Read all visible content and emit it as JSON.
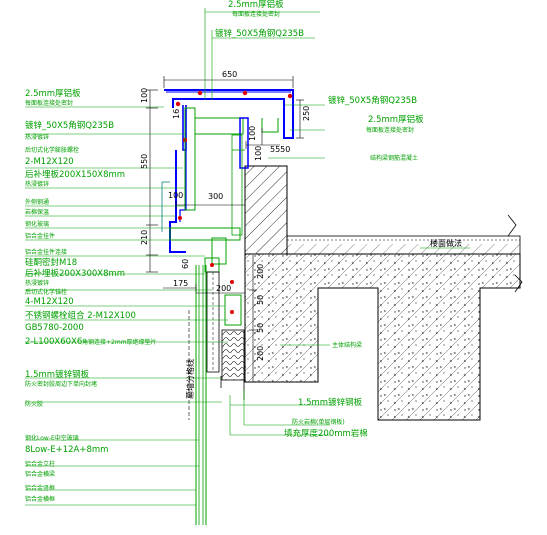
{
  "diagram": {
    "colors": {
      "leader": "#00a000",
      "profile": "#0000ff",
      "dimension": "#000000",
      "hatch": "#000000",
      "annotation_cyan": "#008080",
      "highlight_red": "#e00000",
      "glass": "#00a000"
    },
    "top_labels": {
      "top_plate_spec": "2.5mm厚铝板",
      "top_plate_note": "每面板连接处密封",
      "steel_channel": "镀锌_50X5角钢Q235B"
    },
    "dimensions": {
      "d650": "650",
      "d100": "100",
      "d16": "16",
      "d250": "250",
      "d100b": "100",
      "d550": "550",
      "d100c": "100",
      "d300": "300",
      "d210": "210",
      "d60": "60",
      "d175": "175",
      "d200a": "200",
      "d200b": "200",
      "d50a": "50",
      "d50b": "50",
      "d200c": "200",
      "d5550": "5550",
      "d100d": "100"
    },
    "left_labels": [
      {
        "key": "alu_plate_spec",
        "text": "2.5mm厚铝板"
      },
      {
        "key": "alu_plate_note",
        "text": "每面板连接处密封"
      },
      {
        "key": "angle_steel",
        "text": "镀锌_50X5角钢Q235B"
      },
      {
        "key": "angle_steel_note",
        "text": "热浸镀锌"
      },
      {
        "key": "expansion_bolt_note",
        "text": "后切式化学膨胀螺栓"
      },
      {
        "key": "bolt_m12",
        "text": "2-M12X120"
      },
      {
        "key": "embed_plate",
        "text": "后补埋板200X150X8mm"
      },
      {
        "key": "embed_plate_note",
        "text": "热浸镀锌"
      },
      {
        "key": "keel",
        "text": "外侧钢通"
      },
      {
        "key": "stone_wool",
        "text": "岩棉保温"
      },
      {
        "key": "steel_flat",
        "text": "钢化玻璃"
      },
      {
        "key": "joint",
        "text": "铝合金挂件"
      },
      {
        "key": "fire_seal",
        "text": "铝合金挂件连接"
      },
      {
        "key": "bolt_m18",
        "text": "硅酮密封M18"
      },
      {
        "key": "embed_plate2",
        "text": "后补埋板200X300X8mm"
      },
      {
        "key": "embed_plate2_note",
        "text": "热浸镀锌"
      },
      {
        "key": "anchor_bolt_note",
        "text": "后切式化学锚栓"
      },
      {
        "key": "bolt_m12b",
        "text": "4-M12X120"
      },
      {
        "key": "ss_bolt",
        "text": "不锈钢螺栓组合 2-M12X100"
      },
      {
        "key": "gb_std",
        "text": "GB5780-2000"
      },
      {
        "key": "angle_l100",
        "text": "2-L100X60X6"
      },
      {
        "key": "angle_l100_note",
        "text": "角钢连接+2mm厚绝缘垫片"
      },
      {
        "key": "galv_plate",
        "text": "1.5mm镀锌钢板"
      },
      {
        "key": "galv_plate_note",
        "text": "防火密封胶周边下单向封堵"
      },
      {
        "key": "fireproof",
        "text": "防火胶"
      },
      {
        "key": "lowe_glass",
        "text": "钢化Low-E中空玻璃"
      },
      {
        "key": "glass_spec",
        "text": "8Low-E+12A+8mm"
      },
      {
        "key": "mullion",
        "text": "铝合金立柱"
      },
      {
        "key": "mullion_note",
        "text": "铝合金横梁"
      },
      {
        "key": "transom",
        "text": "铝合金竖框"
      },
      {
        "key": "transom_note",
        "text": "铝合金横框"
      }
    ],
    "right_labels": [
      {
        "key": "r_angle",
        "text": "镀锌_50X5角钢Q235B"
      },
      {
        "key": "r_plate",
        "text": "2.5mm厚铝板"
      },
      {
        "key": "r_plate_note",
        "text": "每面板连接处密封"
      },
      {
        "key": "r_structure",
        "text": "结构梁钢筋混凝土"
      },
      {
        "key": "r_floor",
        "text": "楼面做法"
      },
      {
        "key": "r_concrete",
        "text": "主体结构梁"
      },
      {
        "key": "r_galv",
        "text": "1.5mm镀锌钢板"
      },
      {
        "key": "r_fire1",
        "text": "防火岩棉(单层钢板)"
      },
      {
        "key": "r_fire2",
        "text": "填充厚度200mm岩棉"
      }
    ],
    "vertical_label": "幕墙分格线"
  }
}
